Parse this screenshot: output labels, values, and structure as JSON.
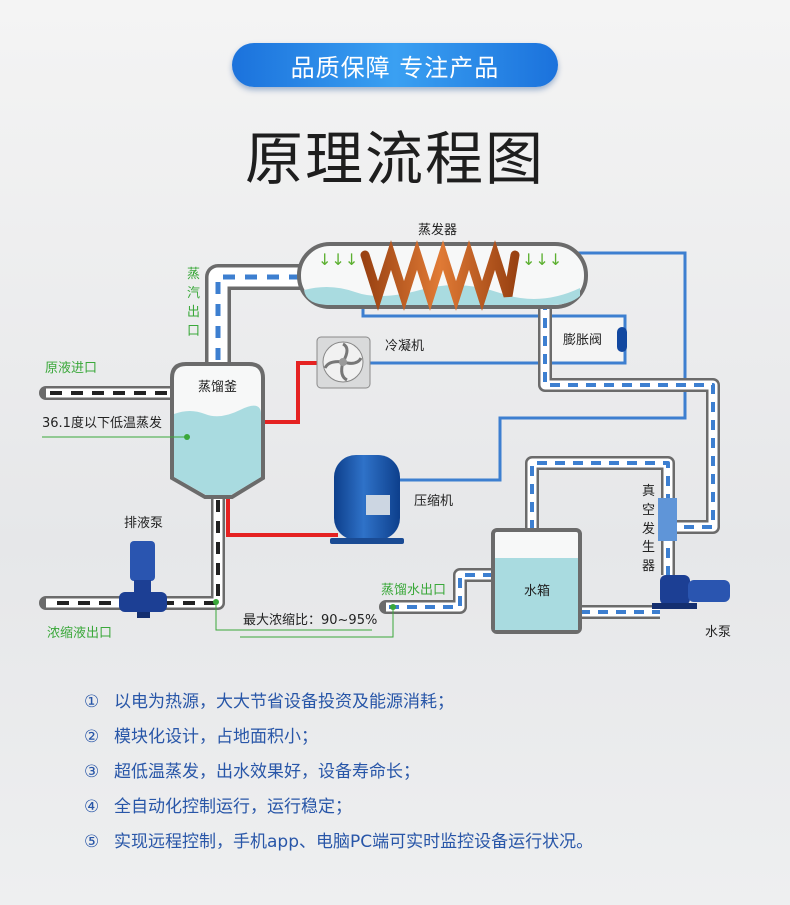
{
  "banner": "品质保障 专注产品",
  "title": "原理流程图",
  "diagram": {
    "evaporator": "蒸发器",
    "steam_outlet": [
      "蒸",
      "汽",
      "出",
      "口"
    ],
    "raw_inlet": "原液进口",
    "still": "蒸馏釜",
    "low_temp_note": "36.1度以下低温蒸发",
    "condenser": "冷凝机",
    "expansion_valve": "膨胀阀",
    "compressor": "压缩机",
    "vacuum_generator": [
      "真",
      "空",
      "发",
      "生",
      "器"
    ],
    "drain_pump": "排液泵",
    "concentrate_outlet": "浓缩液出口",
    "max_ratio": "最大浓缩比：90~95%",
    "distilled_outlet": "蒸馏水出口",
    "water_tank": "水箱",
    "water_pump": "水泵"
  },
  "features": [
    {
      "num": "①",
      "text": "以电为热源，大大节省设备投资及能源消耗；"
    },
    {
      "num": "②",
      "text": "模块化设计，占地面积小；"
    },
    {
      "num": "③",
      "text": "超低温蒸发，出水效果好，设备寿命长；"
    },
    {
      "num": "④",
      "text": "全自动化控制运行，运行稳定；"
    },
    {
      "num": "⑤",
      "text": "实现远程控制，手机app、电脑PC端可实时监控设备运行状况。"
    }
  ],
  "colors": {
    "accent": "#1b72dc",
    "pipe_blue": "#3d7fd0",
    "refrigerant_red": "#e52222",
    "label_green": "#3aa83a",
    "water": "#a9dbe0",
    "feature_text": "#2856a8"
  }
}
